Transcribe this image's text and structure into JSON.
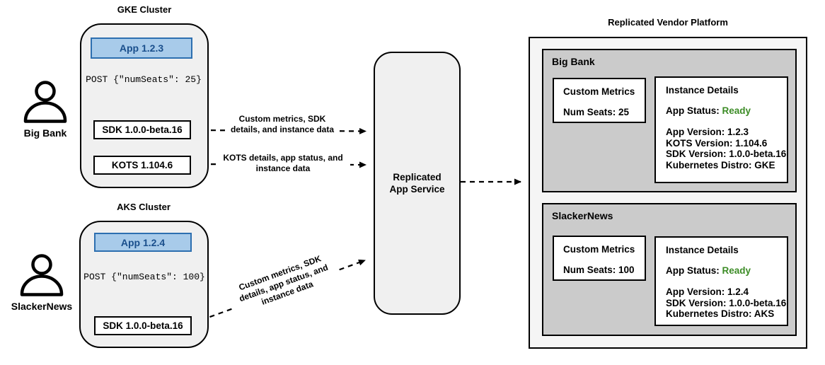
{
  "colors": {
    "app_box_fill": "#a8cbea",
    "app_box_border": "#2d6fb0",
    "app_box_text": "#1a4f8c",
    "status_ready": "#3c8c26",
    "cluster_fill": "#f0f0f0",
    "platform_fill": "#f5f5f5",
    "customer_fill": "#cbcbcb",
    "border": "#000000"
  },
  "actors": [
    {
      "name": "Big Bank"
    },
    {
      "name": "SlackerNews"
    }
  ],
  "clusters": {
    "gke": {
      "title": "GKE Cluster",
      "app": "App 1.2.3",
      "post": "POST {\"numSeats\": 25}",
      "sdk": "SDK 1.0.0-beta.16",
      "kots": "KOTS 1.104.6"
    },
    "aks": {
      "title": "AKS Cluster",
      "app": "App 1.2.4",
      "post": "POST {\"numSeats\": 100}",
      "sdk": "SDK 1.0.0-beta.16"
    }
  },
  "service": {
    "title": "Replicated App Service"
  },
  "arrows": {
    "gke_sdk_label": "Custom metrics, SDK details, and instance data",
    "gke_kots_label": "KOTS details, app status, and instance data",
    "aks_sdk_label": "Custom metrics, SDK details, app status, and instance data"
  },
  "platform": {
    "title": "Replicated Vendor Platform",
    "customers": [
      {
        "name": "Big Bank",
        "metrics": {
          "title": "Custom Metrics",
          "value": "Num Seats: 25"
        },
        "details": {
          "title": "Instance Details",
          "status_label": "App Status: ",
          "status_value": "Ready",
          "lines": [
            "App Version: 1.2.3",
            "KOTS Version: 1.104.6",
            "SDK Version: 1.0.0-beta.16",
            "Kubernetes Distro: GKE"
          ]
        }
      },
      {
        "name": "SlackerNews",
        "metrics": {
          "title": "Custom Metrics",
          "value": "Num Seats: 100"
        },
        "details": {
          "title": "Instance Details",
          "status_label": "App Status: ",
          "status_value": "Ready",
          "lines": [
            "App Version: 1.2.4",
            "SDK Version: 1.0.0-beta.16",
            "Kubernetes Distro: AKS"
          ]
        }
      }
    ]
  }
}
